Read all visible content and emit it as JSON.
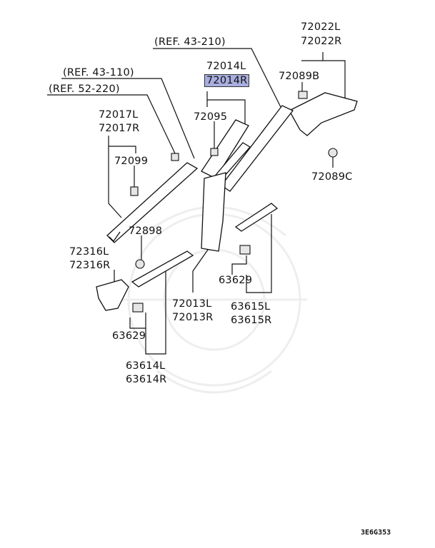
{
  "diagram": {
    "labels": {
      "ref_43_210": "(REF. 43-210)",
      "p72022L": "72022L",
      "p72022R": "72022R",
      "p72014L": "72014L",
      "p72014R": "72014R",
      "ref_43_110": "(REF. 43-110)",
      "ref_52_220": "(REF. 52-220)",
      "p72089B": "72089B",
      "p72017L": "72017L",
      "p72017R": "72017R",
      "p72095": "72095",
      "p72099": "72099",
      "p72089C": "72089C",
      "p72898": "72898",
      "p72316L": "72316L",
      "p72316R": "72316R",
      "p63629a": "63629",
      "p72013L": "72013L",
      "p72013R": "72013R",
      "p63615L": "63615L",
      "p63615R": "63615R",
      "p63629b": "63629",
      "p63614L": "63614L",
      "p63614R": "63614R"
    },
    "highlighted_part": "72014R",
    "highlight_color": "#a9aee0",
    "footer_code": "3E6G353"
  }
}
